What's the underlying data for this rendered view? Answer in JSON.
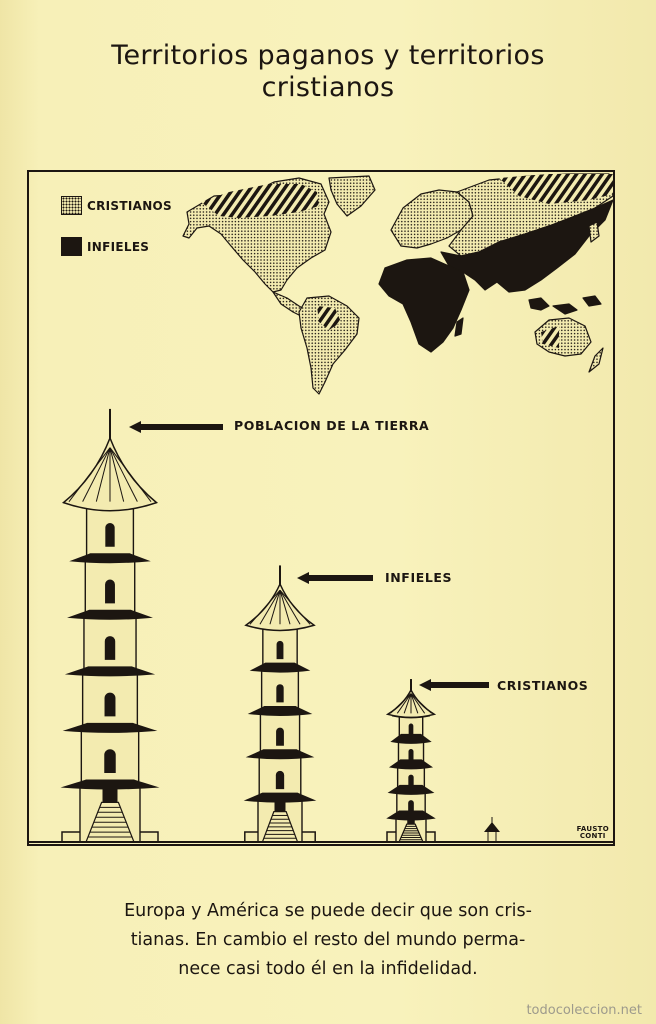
{
  "title": {
    "line1": "Territorios paganos y territorios",
    "line2": "cristianos"
  },
  "legend": {
    "cristianos": "CRISTIANOS",
    "infieles": "INFIELES"
  },
  "labels": {
    "poblacion": "POBLACION DE LA TIERRA",
    "infieles": "INFIELES",
    "cristianos": "CRISTIANOS"
  },
  "signature": {
    "line1": "FAUSTO",
    "line2": "CONTI"
  },
  "caption": {
    "line1": "Europa y América se puede decir que son cris-",
    "line2": "tianas. En cambio el resto del mundo perma-",
    "line3": "nece casi todo él en la infidelidad."
  },
  "watermark": "todocoleccion.net",
  "colors": {
    "paper": "#f6efb4",
    "ink": "#1c1611"
  }
}
